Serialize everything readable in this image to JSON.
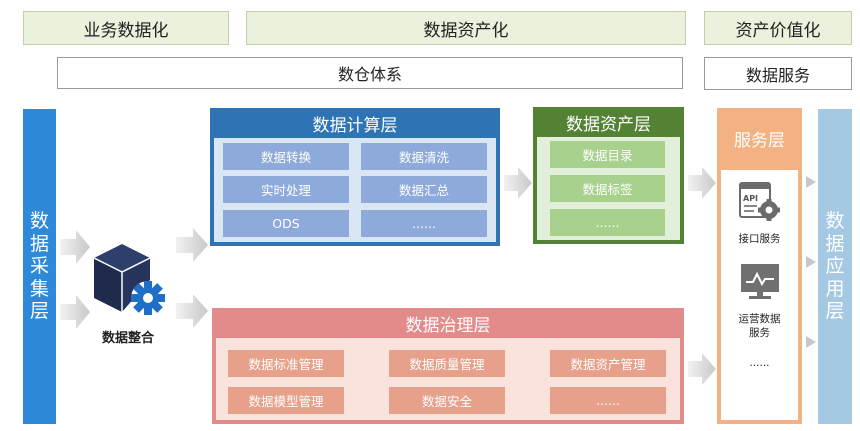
{
  "header": {
    "business": "业务数据化",
    "asset": "数据资产化",
    "value": "资产价值化",
    "warehouse": "数仓体系",
    "service": "数据服务"
  },
  "left_bar": {
    "chars": [
      "数",
      "据",
      "采",
      "集",
      "层"
    ]
  },
  "right_bar": {
    "chars": [
      "数",
      "据",
      "应",
      "用",
      "层"
    ]
  },
  "integration": {
    "label": "数据整合",
    "icon": "cube-gear-icon"
  },
  "compute_layer": {
    "title": "数据计算层",
    "cells": [
      "数据转换",
      "数据清洗",
      "实时处理",
      "数据汇总",
      "ODS",
      "......"
    ]
  },
  "asset_layer": {
    "title": "数据资产层",
    "cells": [
      "数据目录",
      "数据标签",
      "......"
    ]
  },
  "governance_layer": {
    "title": "数据治理层",
    "cells": [
      "数据标准管理",
      "数据质量管理",
      "数据资产管理",
      "数据模型管理",
      "数据安全",
      "......"
    ]
  },
  "service_layer": {
    "title": "服务层",
    "items": [
      "接口服务",
      "运营数据\n服务",
      "......"
    ],
    "icons": [
      "api-icon",
      "monitor-chart-icon"
    ]
  },
  "colors": {
    "blue_bar": "#2e8ad8",
    "light_blue_bar": "#a5c9e3",
    "compute_header": "#2e74b5",
    "compute_cell": "#8eaadb",
    "asset_header": "#548235",
    "asset_cell": "#a9d18e",
    "governance_header": "#e38b8b",
    "governance_cell": "#e7a08a",
    "service_header": "#f4b183"
  }
}
